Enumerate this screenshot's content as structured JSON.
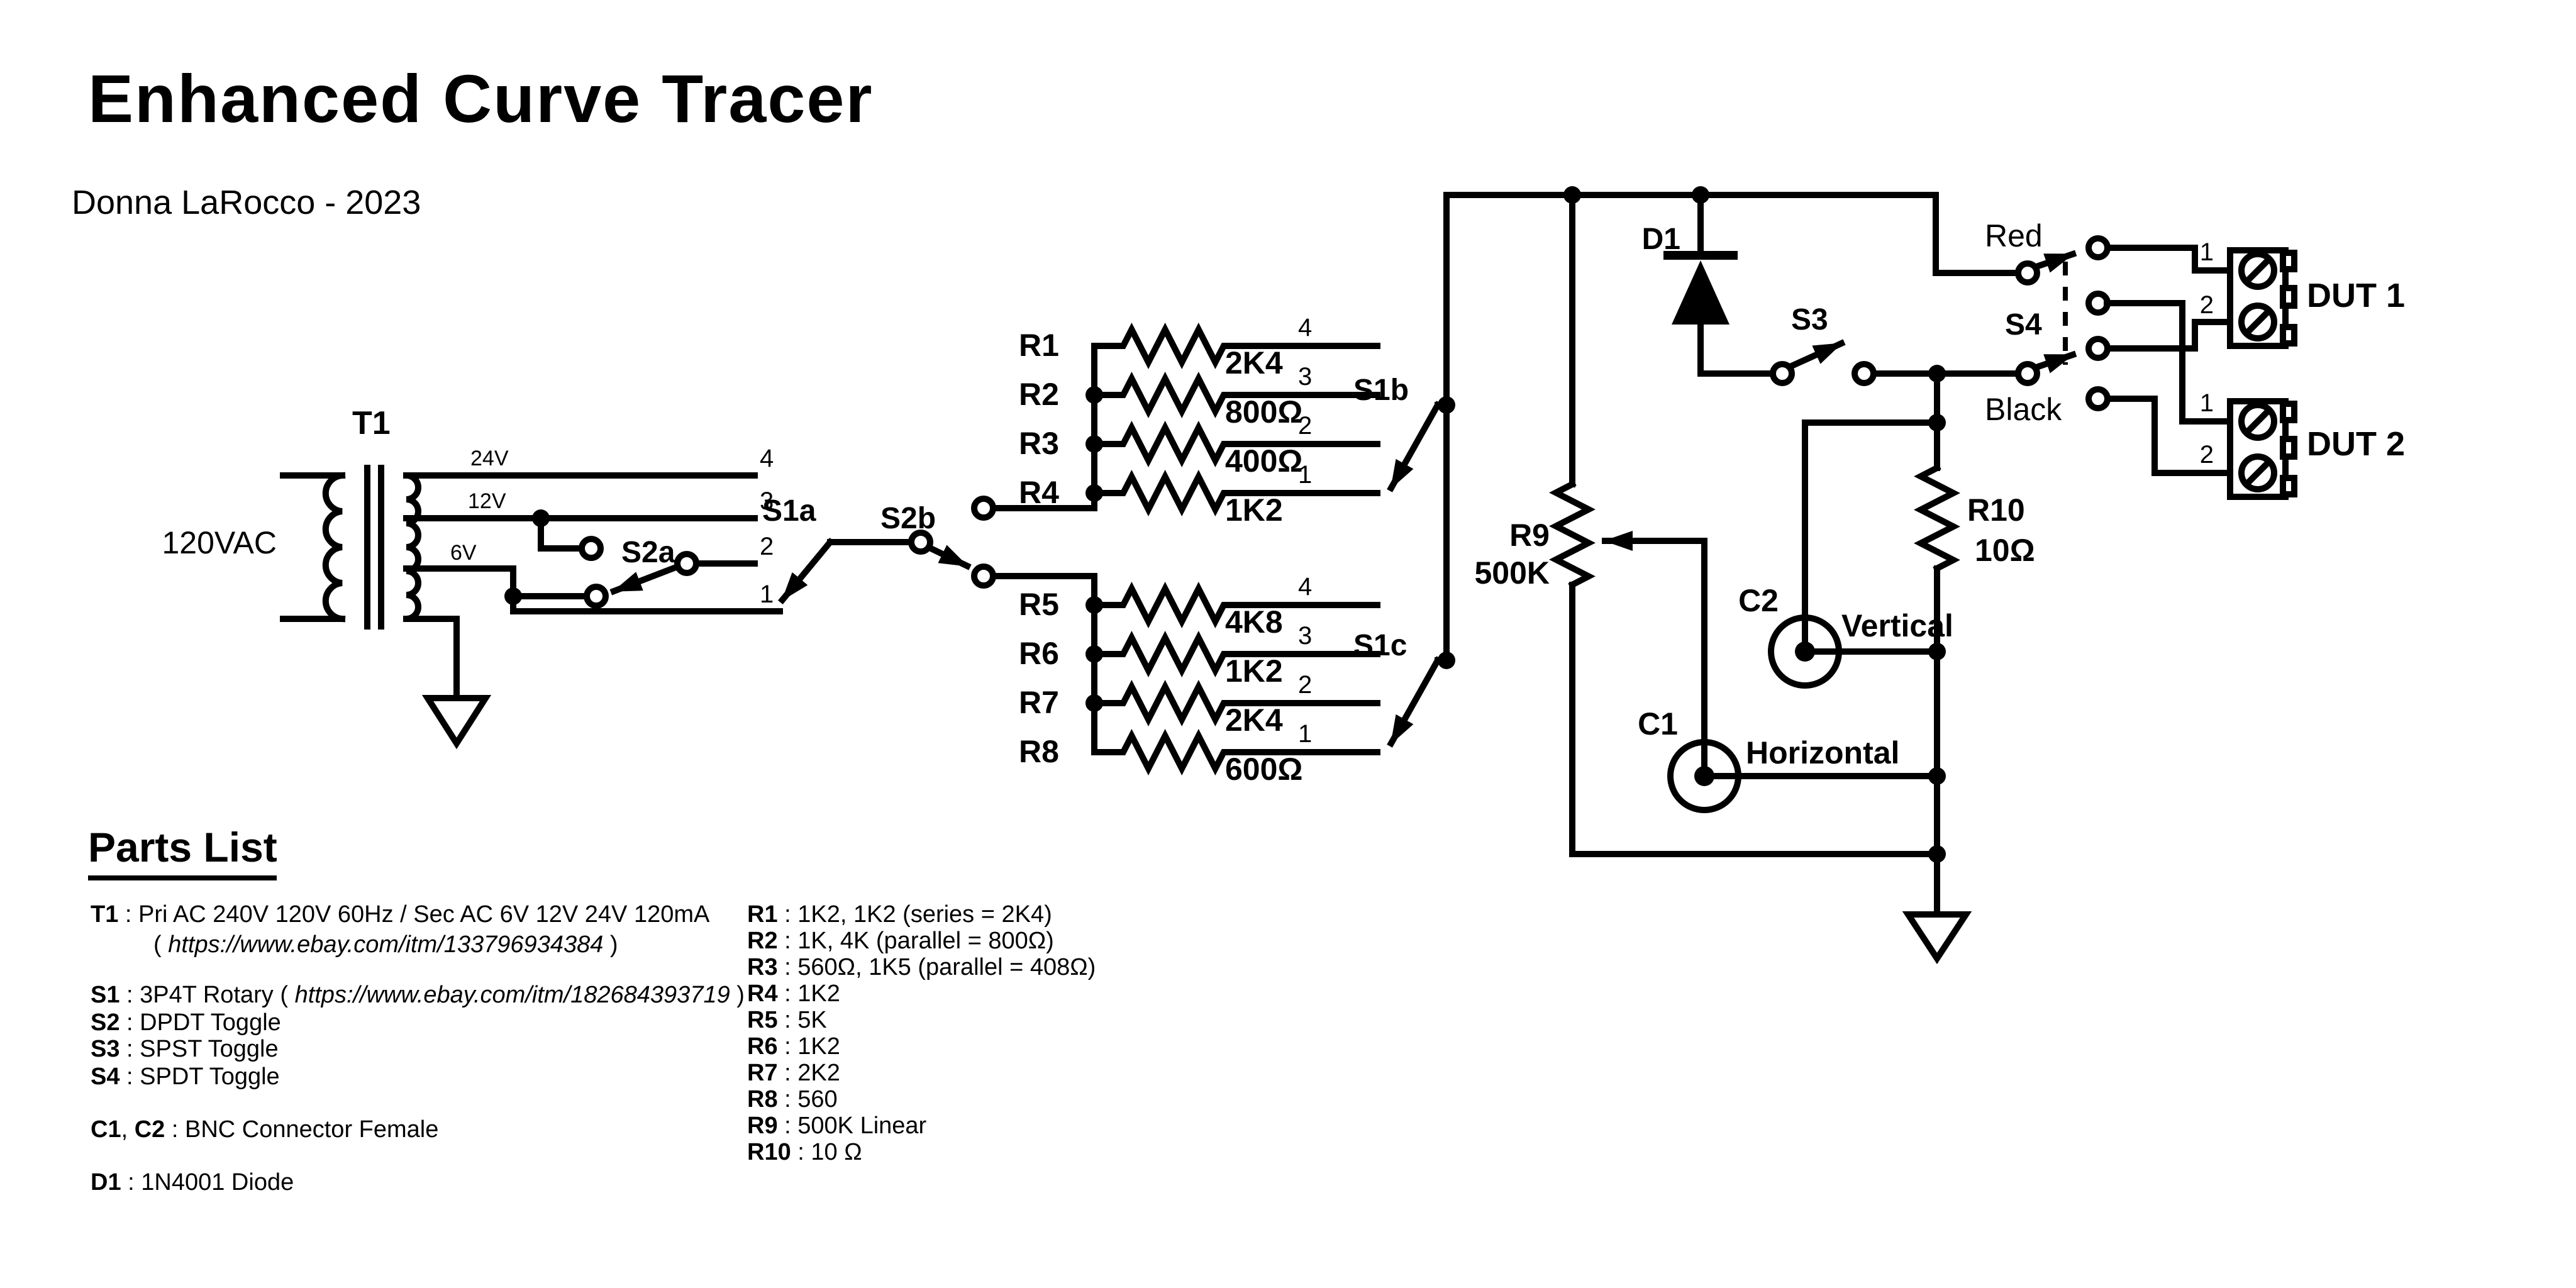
{
  "title": "Enhanced Curve Tracer",
  "author": "Donna LaRocco - 2023",
  "schematic": {
    "transformer": {
      "ref": "T1",
      "primary": "120VAC",
      "tap24": "24V",
      "tap12": "12V",
      "tap6": "6V"
    },
    "switch_labels": {
      "s1a": "S1a",
      "s1b": "S1b",
      "s1c": "S1c",
      "s2a": "S2a",
      "s2b": "S2b",
      "s3": "S3",
      "s4": "S4"
    },
    "s1a_pins": [
      "4",
      "3",
      "2",
      "1"
    ],
    "bank_upper": [
      {
        "ref": "R1",
        "value": "2K4",
        "pin": "4"
      },
      {
        "ref": "R2",
        "value": "800Ω",
        "pin": "3"
      },
      {
        "ref": "R3",
        "value": "400Ω",
        "pin": "2"
      },
      {
        "ref": "R4",
        "value": "1K2",
        "pin": "1"
      }
    ],
    "bank_lower": [
      {
        "ref": "R5",
        "value": "4K8",
        "pin": "4"
      },
      {
        "ref": "R6",
        "value": "1K2",
        "pin": "3"
      },
      {
        "ref": "R7",
        "value": "2K4",
        "pin": "2"
      },
      {
        "ref": "R8",
        "value": "600Ω",
        "pin": "1"
      }
    ],
    "diode": {
      "ref": "D1"
    },
    "pot": {
      "ref": "R9",
      "value": "500K"
    },
    "shunt": {
      "ref": "R10",
      "value": "10Ω"
    },
    "bnc": {
      "c1": "C1",
      "c1_channel": "Horizontal",
      "c2": "C2",
      "c2_channel": "Vertical"
    },
    "leads": {
      "red": "Red",
      "black": "Black"
    },
    "dut1": {
      "label": "DUT 1",
      "pins": [
        "1",
        "2"
      ]
    },
    "dut2": {
      "label": "DUT 2",
      "pins": [
        "1",
        "2"
      ]
    }
  },
  "parts_list": {
    "heading": "Parts List",
    "t1_key": "T1",
    "t1_text": " : Pri AC 240V 120V 60Hz / Sec AC 6V 12V 24V 120mA",
    "t1_url_pre": "( ",
    "t1_url": "https://www.ebay.com/itm/133796934384",
    "t1_url_post": " )",
    "s1_key": "S1",
    "s1_pre": " : 3P4T Rotary ( ",
    "s1_url": "https://www.ebay.com/itm/182684393719",
    "s1_post": " )",
    "s2_key": "S2",
    "s2_text": " : DPDT Toggle",
    "s3_key": "S3",
    "s3_text": " : SPST Toggle",
    "s4_key": "S4",
    "s4_text": " : SPDT Toggle",
    "c_key1": "C1",
    "c_comma": ", ",
    "c_key2": "C2",
    "c_text": " : BNC Connector Female",
    "d1_key": "D1",
    "d1_text": " : 1N4001 Diode",
    "r_items": [
      {
        "key": "R1",
        "text": " : 1K2, 1K2 (series = 2K4)"
      },
      {
        "key": "R2",
        "text": " : 1K, 4K (parallel = 800Ω)"
      },
      {
        "key": "R3",
        "text": " : 560Ω, 1K5 (parallel = 408Ω)"
      },
      {
        "key": "R4",
        "text": " : 1K2"
      },
      {
        "key": "R5",
        "text": " : 5K"
      },
      {
        "key": "R6",
        "text": " : 1K2"
      },
      {
        "key": "R7",
        "text": " : 2K2"
      },
      {
        "key": "R8",
        "text": " : 560"
      },
      {
        "key": "R9",
        "text": " : 500K Linear"
      },
      {
        "key": "R10",
        "text": " : 10 Ω"
      }
    ]
  }
}
